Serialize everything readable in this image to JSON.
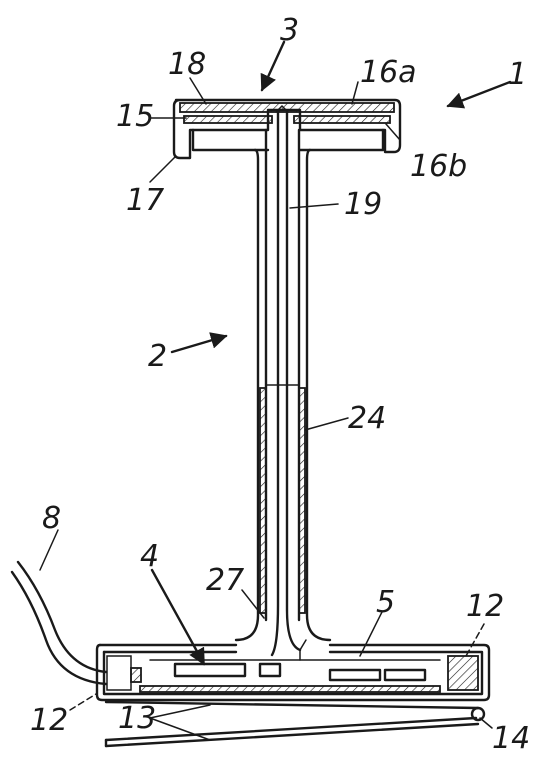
{
  "labels": {
    "l1": "1",
    "l2": "2",
    "l3": "3",
    "l4": "4",
    "l5": "5",
    "l8": "8",
    "l12a": "12",
    "l12b": "12",
    "l13": "13",
    "l14": "14",
    "l15": "15",
    "l16a": "16a",
    "l16b": "16b",
    "l17": "17",
    "l18": "18",
    "l19": "19",
    "l24": "24",
    "l27": "27"
  },
  "colors": {
    "ink": "#1a1a1a",
    "paper": "#ffffff"
  }
}
